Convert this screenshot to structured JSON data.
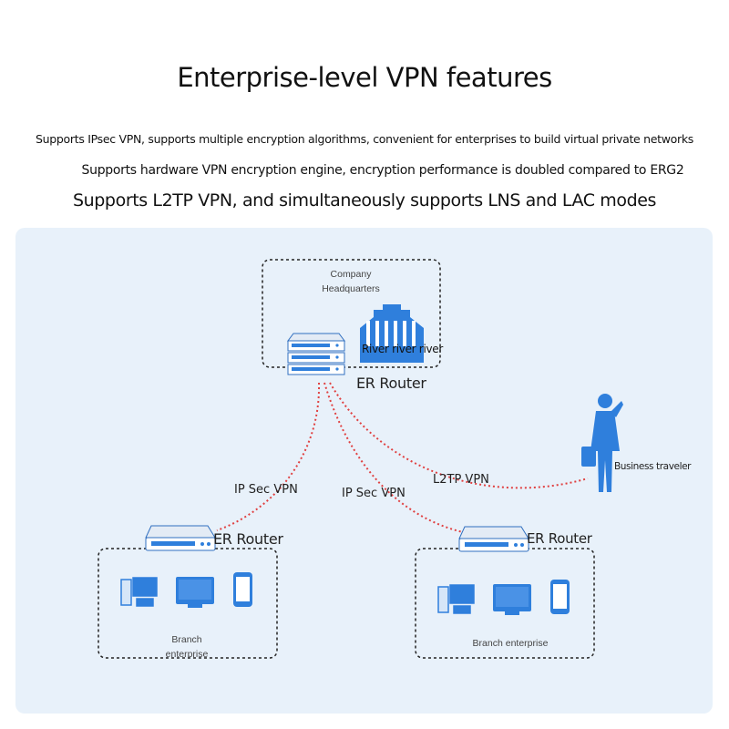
{
  "title": "Enterprise-level VPN features",
  "features": [
    "Supports IPsec VPN, supports multiple encryption algorithms, convenient for enterprises to build virtual private networks",
    "Supports hardware VPN encryption engine, encryption performance is doubled compared to ERG2",
    "Supports L2TP VPN, and simultaneously supports LNS and LAC modes"
  ],
  "diagram": {
    "hq_label_line1": "Company",
    "hq_label_line2": "Headquarters",
    "hq_building_label": "River river river",
    "hq_router_label": "ER Router",
    "branch1_router_label": "ER Router",
    "branch1_label_line1": "Branch",
    "branch1_label_line2": "enterprise",
    "branch2_router_label": "ER Router",
    "branch2_label": "Branch enterprise",
    "traveler_label": "Business traveler",
    "link1_label": "IP Sec VPN",
    "link2_label": "IP Sec VPN",
    "link3_label": "L2TP VPN",
    "colors": {
      "panel": "#e8f1fa",
      "device_blue": "#2f7fdc",
      "vpn_line": "#e04040",
      "box_border": "#222222"
    }
  }
}
